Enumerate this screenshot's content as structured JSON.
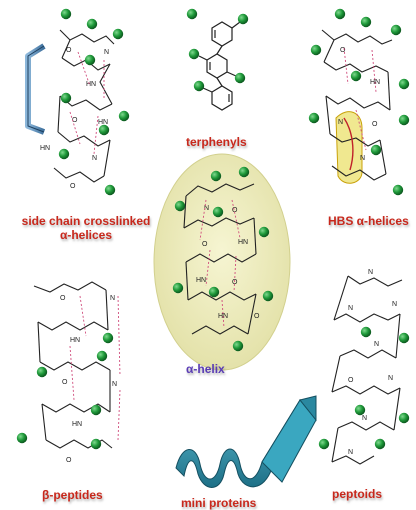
{
  "labels": {
    "terphenyls": "terphenyls",
    "side_chain_line1": "side chain crosslinked",
    "side_chain_line2": "α-helices",
    "hbs": "HBS α-helices",
    "helix": "α-helix",
    "beta": "β-peptides",
    "mini": "mini proteins",
    "peptoids": "peptoids"
  },
  "colors": {
    "label_red": "#c8281c",
    "label_purple": "#5a3cb4",
    "side_chain_ball": "#1f9a3a",
    "ellipse_fill": "#ecebb8",
    "crosslink": "#4a7fb0",
    "hbs_highlight": "#f0e890",
    "ribbon": "#2e8fa8"
  }
}
